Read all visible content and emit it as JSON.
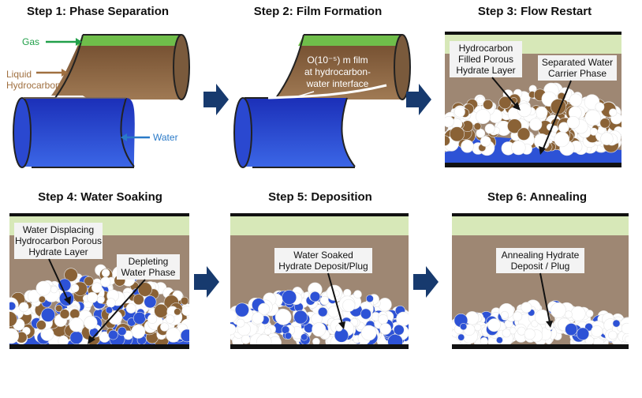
{
  "steps": [
    {
      "title": "Step 1: Phase Separation"
    },
    {
      "title": "Step 2: Film Formation"
    },
    {
      "title": "Step 3: Flow Restart"
    },
    {
      "title": "Step 4: Water Soaking"
    },
    {
      "title": "Step 5: Deposition"
    },
    {
      "title": "Step 6: Annealing"
    }
  ],
  "labels": {
    "gas": "Gas",
    "liquid_hc_1": "Liquid",
    "liquid_hc_2": "Hydrocarbon",
    "water": "Water",
    "film_1": "O(10⁻⁵) m film",
    "film_2": "at hydrocarbon-",
    "film_3": "water interface",
    "hc_layer_1": "Hydrocarbon",
    "hc_layer_2": "Filled Porous",
    "hc_layer_3": "Hydrate Layer",
    "sep_water_1": "Separated Water",
    "sep_water_2": "Carrier Phase",
    "displace_1": "Water Displacing",
    "displace_2": "Hydrocarbon Porous",
    "displace_3": "Hydrate Layer",
    "deplete_1": "Depleting",
    "deplete_2": "Water Phase",
    "soaked_1": "Water Soaked",
    "soaked_2": "Hydrate Deposit/Plug",
    "anneal_1": "Annealing Hydrate",
    "anneal_2": "Deposit / Plug"
  },
  "colors": {
    "gas_green": "#d7e8b8",
    "hc_brown": "#8a6a4a",
    "water_blue": "#2d52d6",
    "arrow_navy": "#173a6e",
    "label_green": "#22a04a",
    "label_brown": "#a07040",
    "label_blue": "#2a7ac8"
  }
}
